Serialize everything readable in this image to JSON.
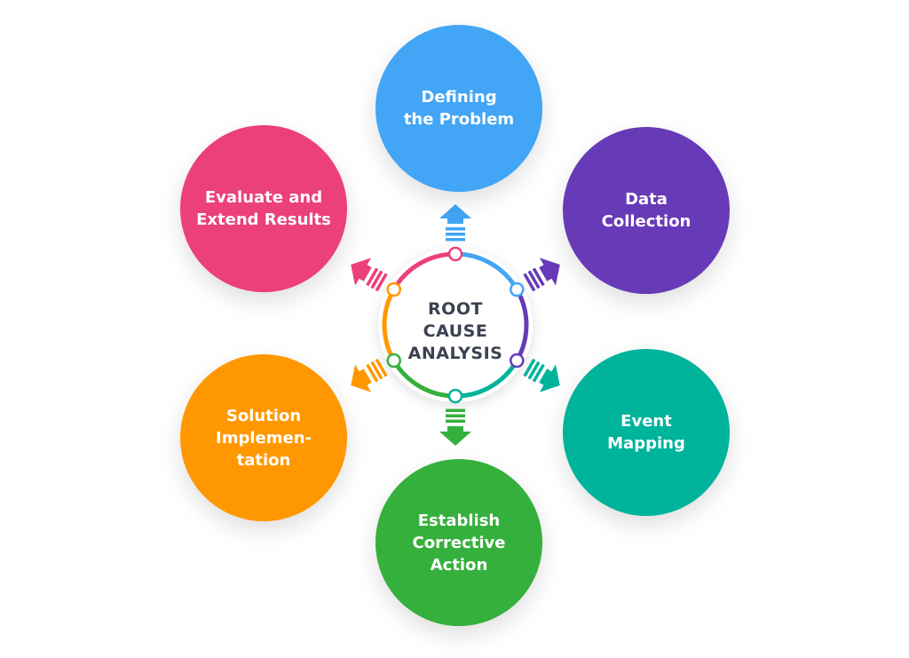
{
  "center": {
    "label": "ROOT\nCAUSE\nANALYSIS"
  },
  "steps": [
    {
      "label": "Defining\nthe Problem",
      "color": "#42a5f5"
    },
    {
      "label": "Data\nCollection",
      "color": "#673ab7"
    },
    {
      "label": "Event\nMapping",
      "color": "#00b39b"
    },
    {
      "label": "Establish\nCorrective\nAction",
      "color": "#36b03c"
    },
    {
      "label": "Solution\nImplemen-\ntation",
      "color": "#ff9800"
    },
    {
      "label": "Evaluate and\nExtend Results",
      "color": "#ec407a"
    }
  ]
}
